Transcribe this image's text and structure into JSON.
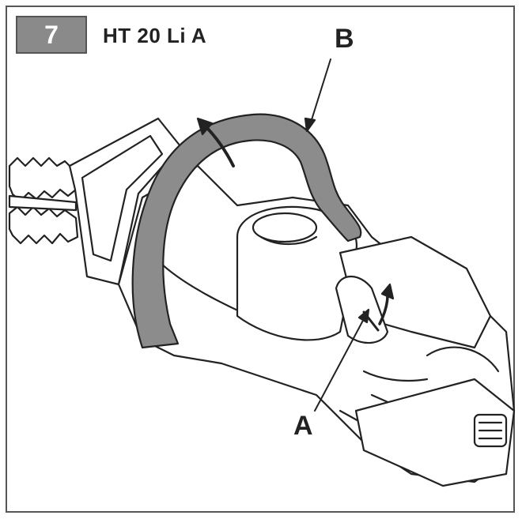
{
  "header": {
    "step_number": "7",
    "model": "HT 20 Li A"
  },
  "callouts": {
    "a": "A",
    "b": "B"
  },
  "colors": {
    "handle_fill": "#8c8c8c",
    "badge_fill": "#8a8a8a",
    "line": "#222222"
  }
}
